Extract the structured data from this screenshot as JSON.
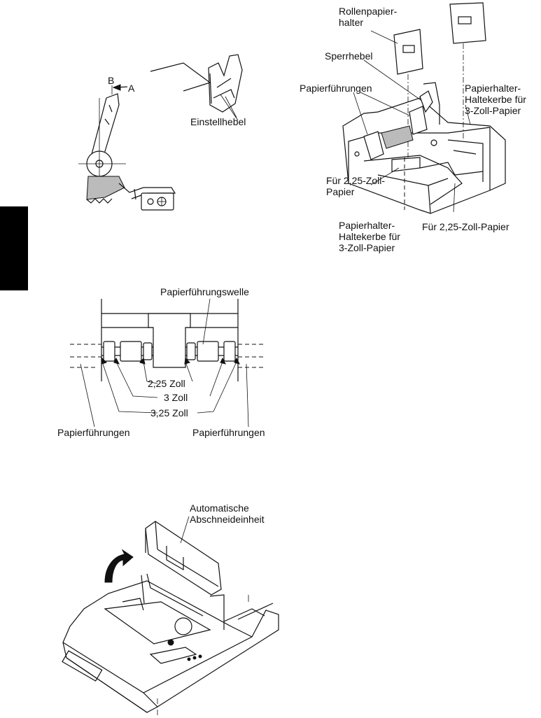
{
  "figure1": {
    "label_b": "B",
    "label_a": "A",
    "adjust_lever": "Einstellhebel"
  },
  "figure2": {
    "roll_holder": "Rollenpapier-\nhalter",
    "lock_lever": "Sperrhebel",
    "paper_guides": "Papierführungen",
    "holder_notch_3in_right": "Papierhalter-\nHaltekerbe für\n3-Zoll-Papier",
    "for_225_left": "Für 2,25-Zoll-\nPapier",
    "holder_notch_3in_bottom": "Papierhalter-\nHaltekerbe für\n3-Zoll-Papier",
    "for_225_right": "Für 2,25-Zoll-Papier"
  },
  "figure3": {
    "shaft": "Papierführungswelle",
    "w225": "2,25 Zoll",
    "w3": "3 Zoll",
    "w325": "3,25 Zoll",
    "guides_left": "Papierführungen",
    "guides_right": "Papierführungen"
  },
  "figure4": {
    "auto_cutter": "Automatische\nAbschneideinheit"
  }
}
